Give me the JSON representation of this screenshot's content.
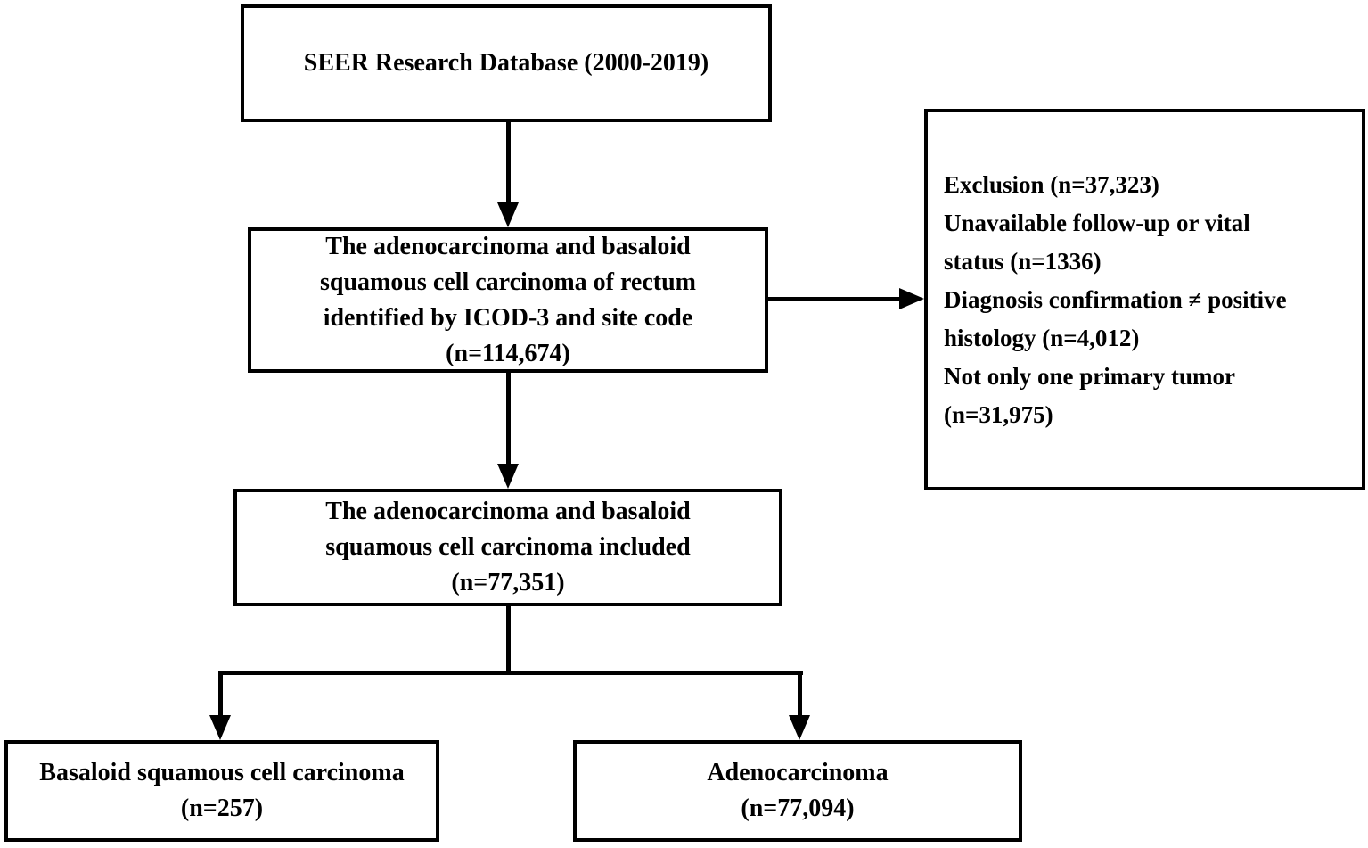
{
  "colors": {
    "background": "#ffffff",
    "box_border": "#000000",
    "text": "#000000",
    "arrow": "#000000"
  },
  "boxes": {
    "source": {
      "text": "SEER Research Database (2000-2019)"
    },
    "identified": {
      "text": "The adenocarcinoma and basaloid\nsquamous cell carcinoma of rectum\nidentified by ICOD-3 and site code\n(n=114,674)"
    },
    "exclusion": {
      "text": "Exclusion (n=37,323)\nUnavailable follow-up or vital\nstatus (n=1336)\nDiagnosis confirmation ≠ positive\nhistology (n=4,012)\nNot only one primary tumor\n(n=31,975)"
    },
    "included": {
      "text": "The adenocarcinoma and basaloid\nsquamous cell carcinoma included\n(n=77,351)"
    },
    "basaloid": {
      "text": "Basaloid squamous cell carcinoma\n(n=257)"
    },
    "adenocarcinoma": {
      "text": "Adenocarcinoma\n(n=77,094)"
    }
  },
  "counts": {
    "database_total": "114,674",
    "excluded_total": "37,323",
    "unavailable_followup_or_vital_status": "1336",
    "diagnosis_confirmation_not_positive_histology": "4,012",
    "not_only_one_primary_tumor": "31,975",
    "included_total": "77,351",
    "basaloid_squamous_cell_carcinoma": "257",
    "adenocarcinoma": "77,094"
  }
}
